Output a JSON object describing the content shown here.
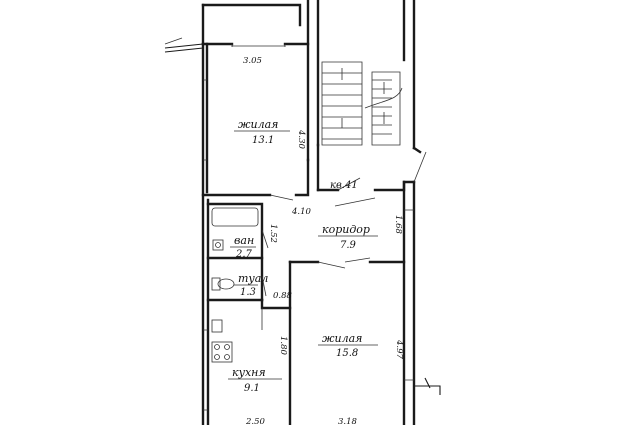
{
  "rooms": {
    "living1": {
      "name": "жилая",
      "area": "13.1"
    },
    "corridor": {
      "name": "коридор",
      "area": "7.9"
    },
    "bath": {
      "name": "ван",
      "area": "2.7"
    },
    "wc": {
      "name": "туал",
      "area": "1.3"
    },
    "living2": {
      "name": "жилая",
      "area": "15.8"
    },
    "kitchen": {
      "name": "кухня",
      "area": "9.1"
    }
  },
  "stair": {
    "label": "кв.41"
  },
  "dimensions": {
    "d305": "3.05",
    "d430": "4.30",
    "d410": "4.10",
    "d168": "1.68",
    "d152": "1.52",
    "d088": "0.88",
    "d180": "1.80",
    "d497": "4.97",
    "d250": "2.50",
    "d318": "3.18"
  }
}
